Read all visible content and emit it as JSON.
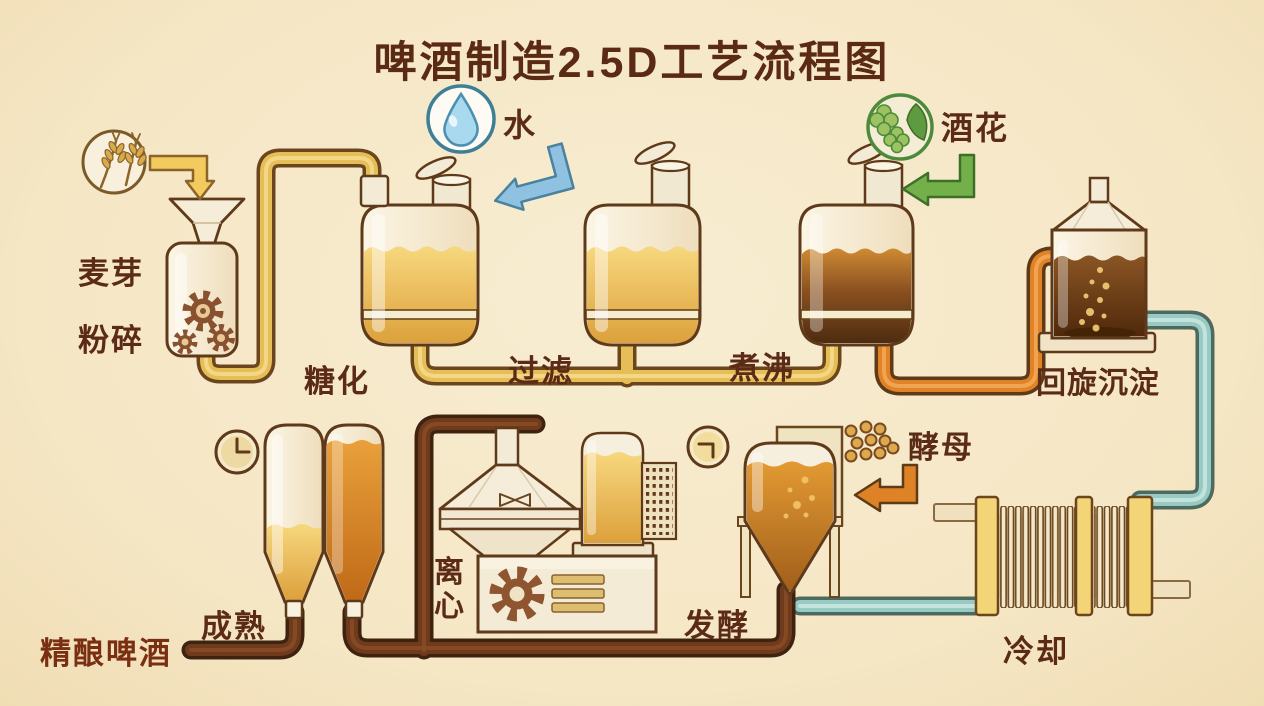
{
  "title": "啤酒制造2.5D工艺流程图",
  "labels": {
    "malt": "麦芽",
    "crush": "粉碎",
    "mash": "糖化",
    "water": "水",
    "lauter": "过滤",
    "boil": "煮沸",
    "hops": "酒花",
    "whirlpool": "回旋沉淀",
    "cooling": "冷却",
    "yeast": "酵母",
    "ferment": "发酵",
    "centrifuge": "离心",
    "maturation": "成熟",
    "craft_beer": "精酿啤酒"
  },
  "colors": {
    "background": "#F5E6C4",
    "title_text": "#5A2A15",
    "label_text": "#5C2B17",
    "craft_beer_text": "#7A2F12",
    "pipe_gold": "#E6BE58",
    "pipe_orange": "#E08226",
    "pipe_teal": "#96CAC2",
    "pipe_brown": "#6F3B1C",
    "water_accent": "#3E7E96",
    "hops_accent": "#4E8A3C"
  }
}
